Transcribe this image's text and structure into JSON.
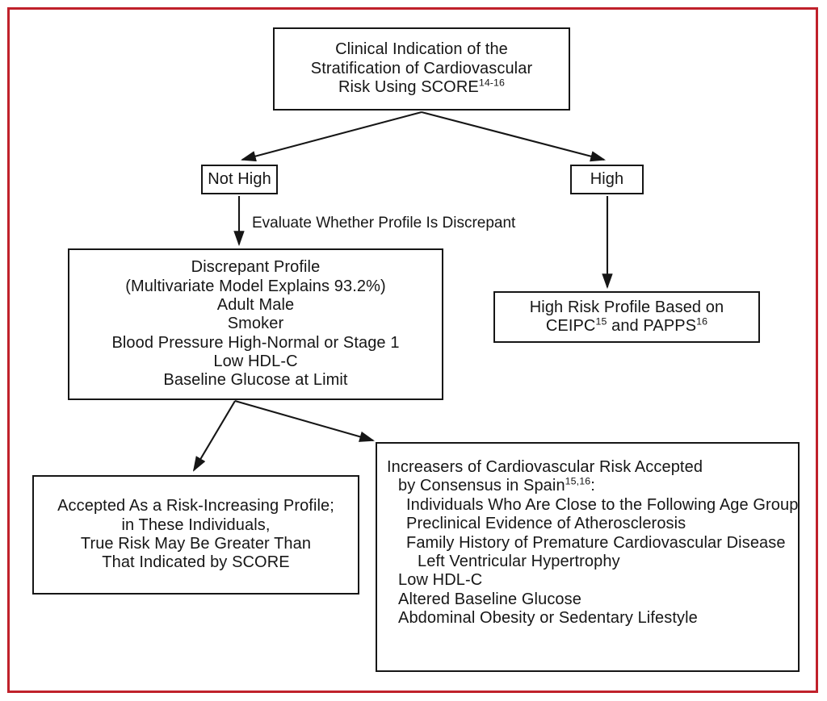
{
  "figure": {
    "frame_color": "#c0212b",
    "line_color": "#161616",
    "background": "#ffffff"
  },
  "nodes": {
    "clinical_indication": {
      "name": "clinical-indication-box",
      "lines": [
        "Clinical Indication of the",
        "Stratification of Cardiovascular",
        "Risk Using SCORE"
      ],
      "superscript": "14-16"
    },
    "not_high": {
      "label": "Not High"
    },
    "high": {
      "label": "High"
    },
    "evaluate_label": "Evaluate Whether Profile Is Discrepant",
    "discrepant_profile": {
      "lines": [
        "Discrepant Profile",
        "(Multivariate Model Explains 93.2%)",
        "Adult Male",
        "Smoker",
        "Blood Pressure High-Normal or Stage 1",
        "Low HDL-C",
        "Baseline Glucose at Limit"
      ]
    },
    "high_risk_profile": {
      "line1": "High Risk Profile Based on",
      "line2_a": "CEIPC",
      "line2_sup_a": "15",
      "line2_b": " and PAPPS",
      "line2_sup_b": "16"
    },
    "accepted_profile": {
      "lines": [
        "Accepted As a Risk-Increasing Profile;",
        "in These Individuals,",
        "True Risk May Be Greater Than",
        "That Indicated by SCORE"
      ]
    },
    "increasers": {
      "heading_line1": "Increasers of Cardiovascular Risk Accepted",
      "heading_line2_a": "by Consensus in Spain",
      "heading_line2_sup": "15,16",
      "heading_line2_b": ":",
      "items": [
        "Individuals Who Are Close to the Following Age Group",
        "Preclinical Evidence of Atherosclerosis",
        "Family History of Premature Cardiovascular Disease",
        "Left Ventricular Hypertrophy",
        "Low HDL-C",
        "Altered Baseline Glucose",
        "Abdominal Obesity or Sedentary Lifestyle"
      ]
    }
  }
}
